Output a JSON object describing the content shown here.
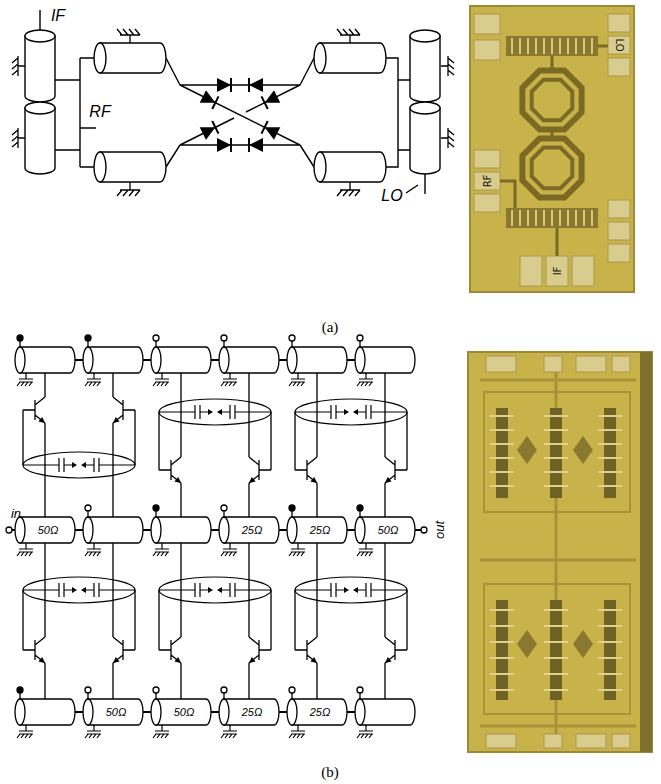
{
  "diagram": {
    "labels": [
      "IF",
      "RF",
      "LO",
      "LO",
      "RF",
      "IF",
      "(a)",
      "in",
      "50Ω",
      "25Ω",
      "25Ω",
      "50Ω",
      "out",
      "50Ω",
      "50Ω",
      "25Ω",
      "25Ω",
      "(b)"
    ]
  }
}
